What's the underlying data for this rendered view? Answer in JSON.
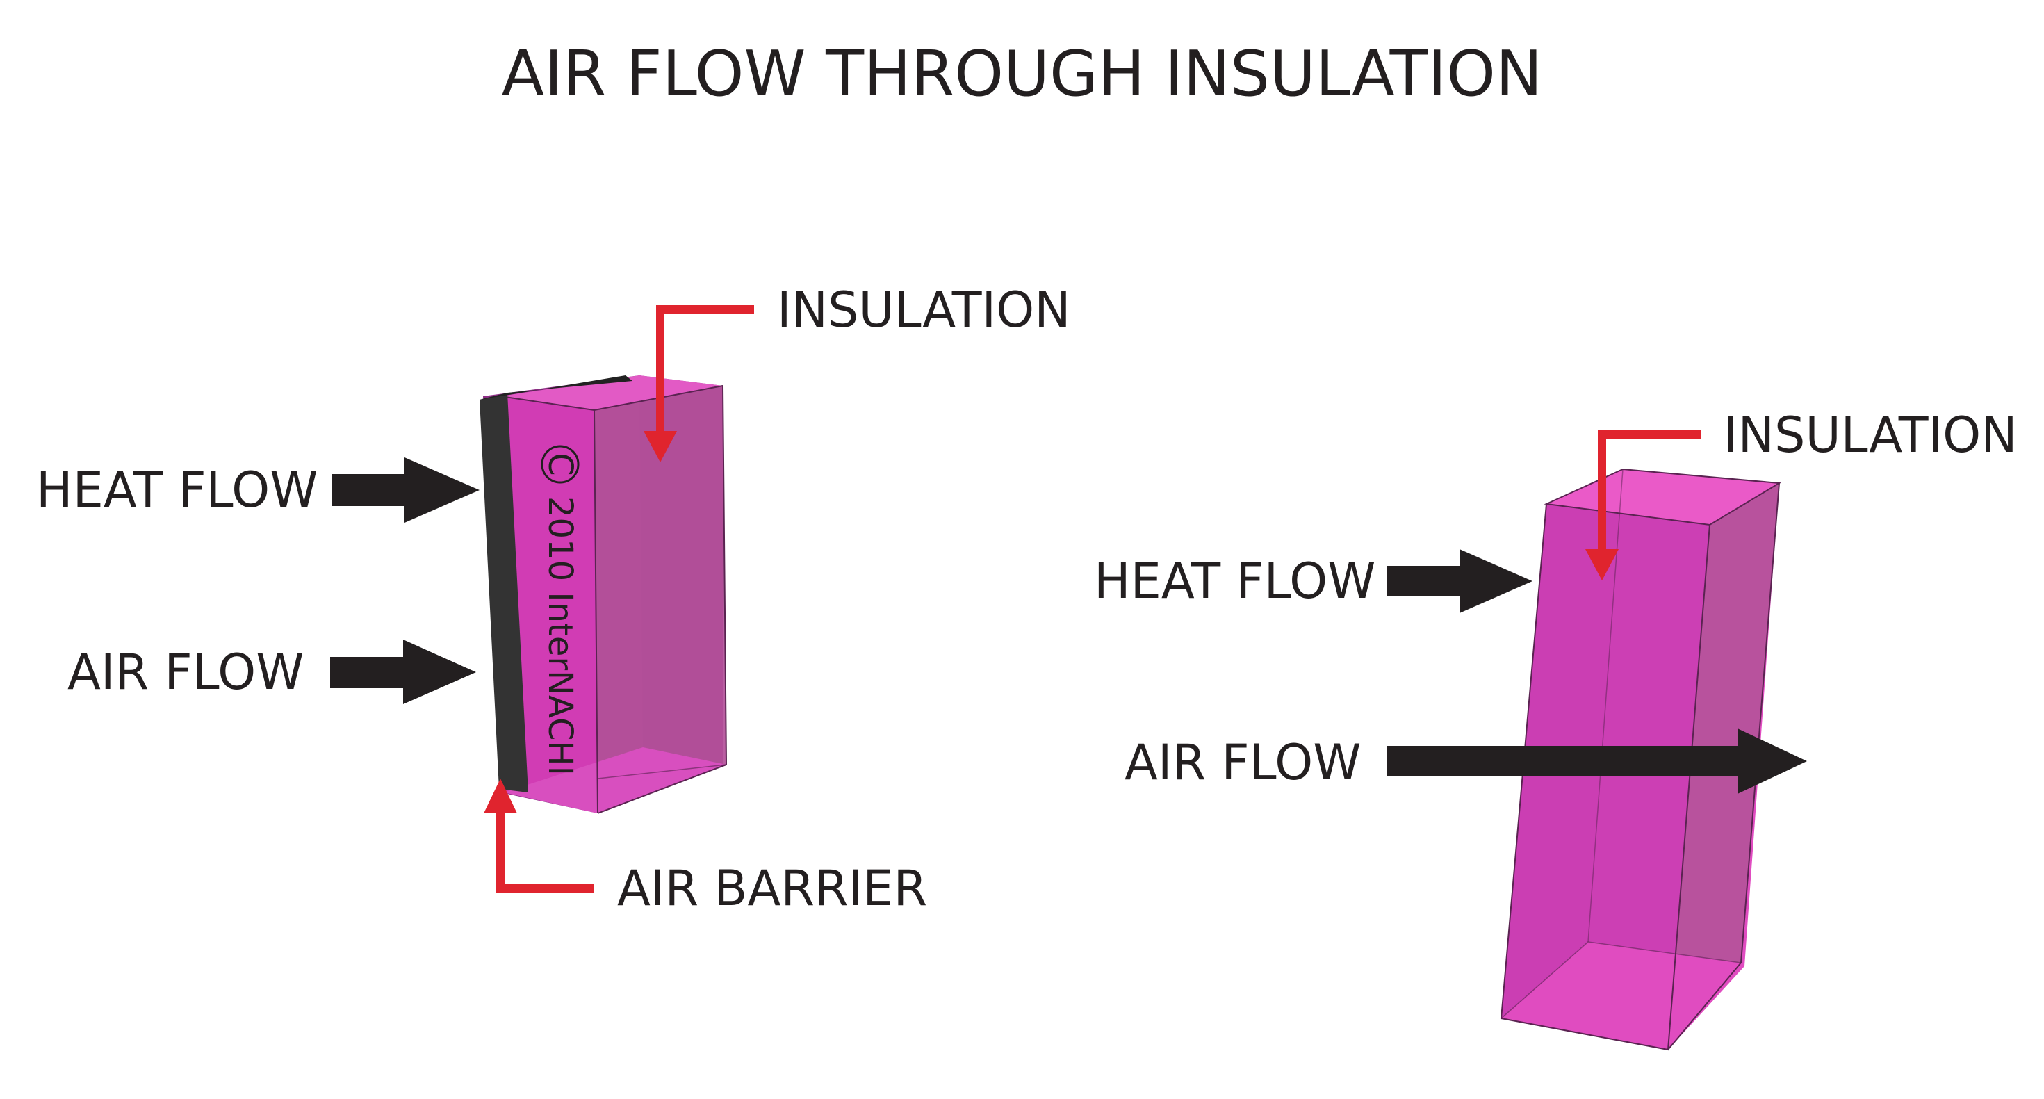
{
  "title": "AIR FLOW THROUGH INSULATION",
  "left_panel": {
    "insulation_label": "INSULATION",
    "heat_flow_label": "HEAT FLOW",
    "air_flow_label": "AIR FLOW",
    "air_barrier_label": "AIR BARRIER",
    "copyright_symbol": "C",
    "copyright_text": "2010 InterNACHI"
  },
  "right_panel": {
    "insulation_label": "INSULATION",
    "heat_flow_label": "HEAT FLOW",
    "air_flow_label": "AIR FLOW"
  },
  "colors": {
    "insulation_front": "#d13cb4",
    "insulation_side": "#b4519a",
    "insulation_top": "#ea5ac8",
    "insulation_inner": "#f064d4",
    "air_barrier": "#333333",
    "pointer": "#e0242e",
    "arrow": "#231f20"
  }
}
